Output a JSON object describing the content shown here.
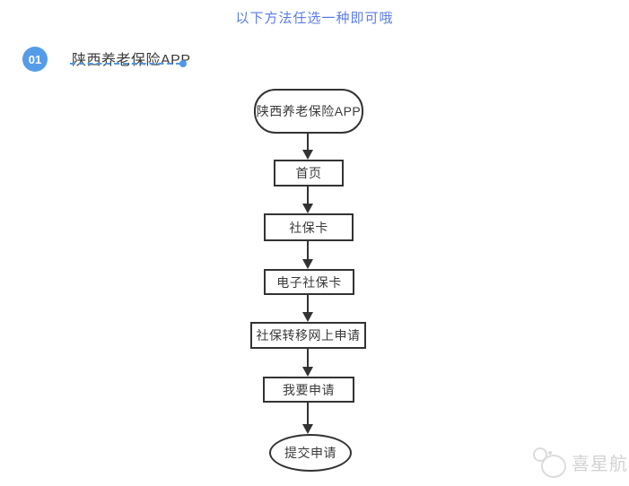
{
  "header": {
    "note": "以下方法任选一种即可哦",
    "note_color": "#5b7ce8"
  },
  "section": {
    "number": "01",
    "title": "陕西养老保险APP",
    "badge_color": "#559ce8",
    "underline_color": "#4f97e6"
  },
  "flowchart": {
    "line_color": "#333333",
    "nodes": [
      {
        "label": "陕西养老保险APP",
        "shape": "stadium"
      },
      {
        "label": "首页",
        "shape": "rect"
      },
      {
        "label": "社保卡",
        "shape": "rect"
      },
      {
        "label": "电子社保卡",
        "shape": "rect"
      },
      {
        "label": "社保转移网上申请",
        "shape": "rect"
      },
      {
        "label": "我要申请",
        "shape": "rect"
      },
      {
        "label": "提交申请",
        "shape": "ellipse"
      }
    ]
  },
  "watermark": {
    "text": "喜星航",
    "color": "#d2d2d2"
  }
}
